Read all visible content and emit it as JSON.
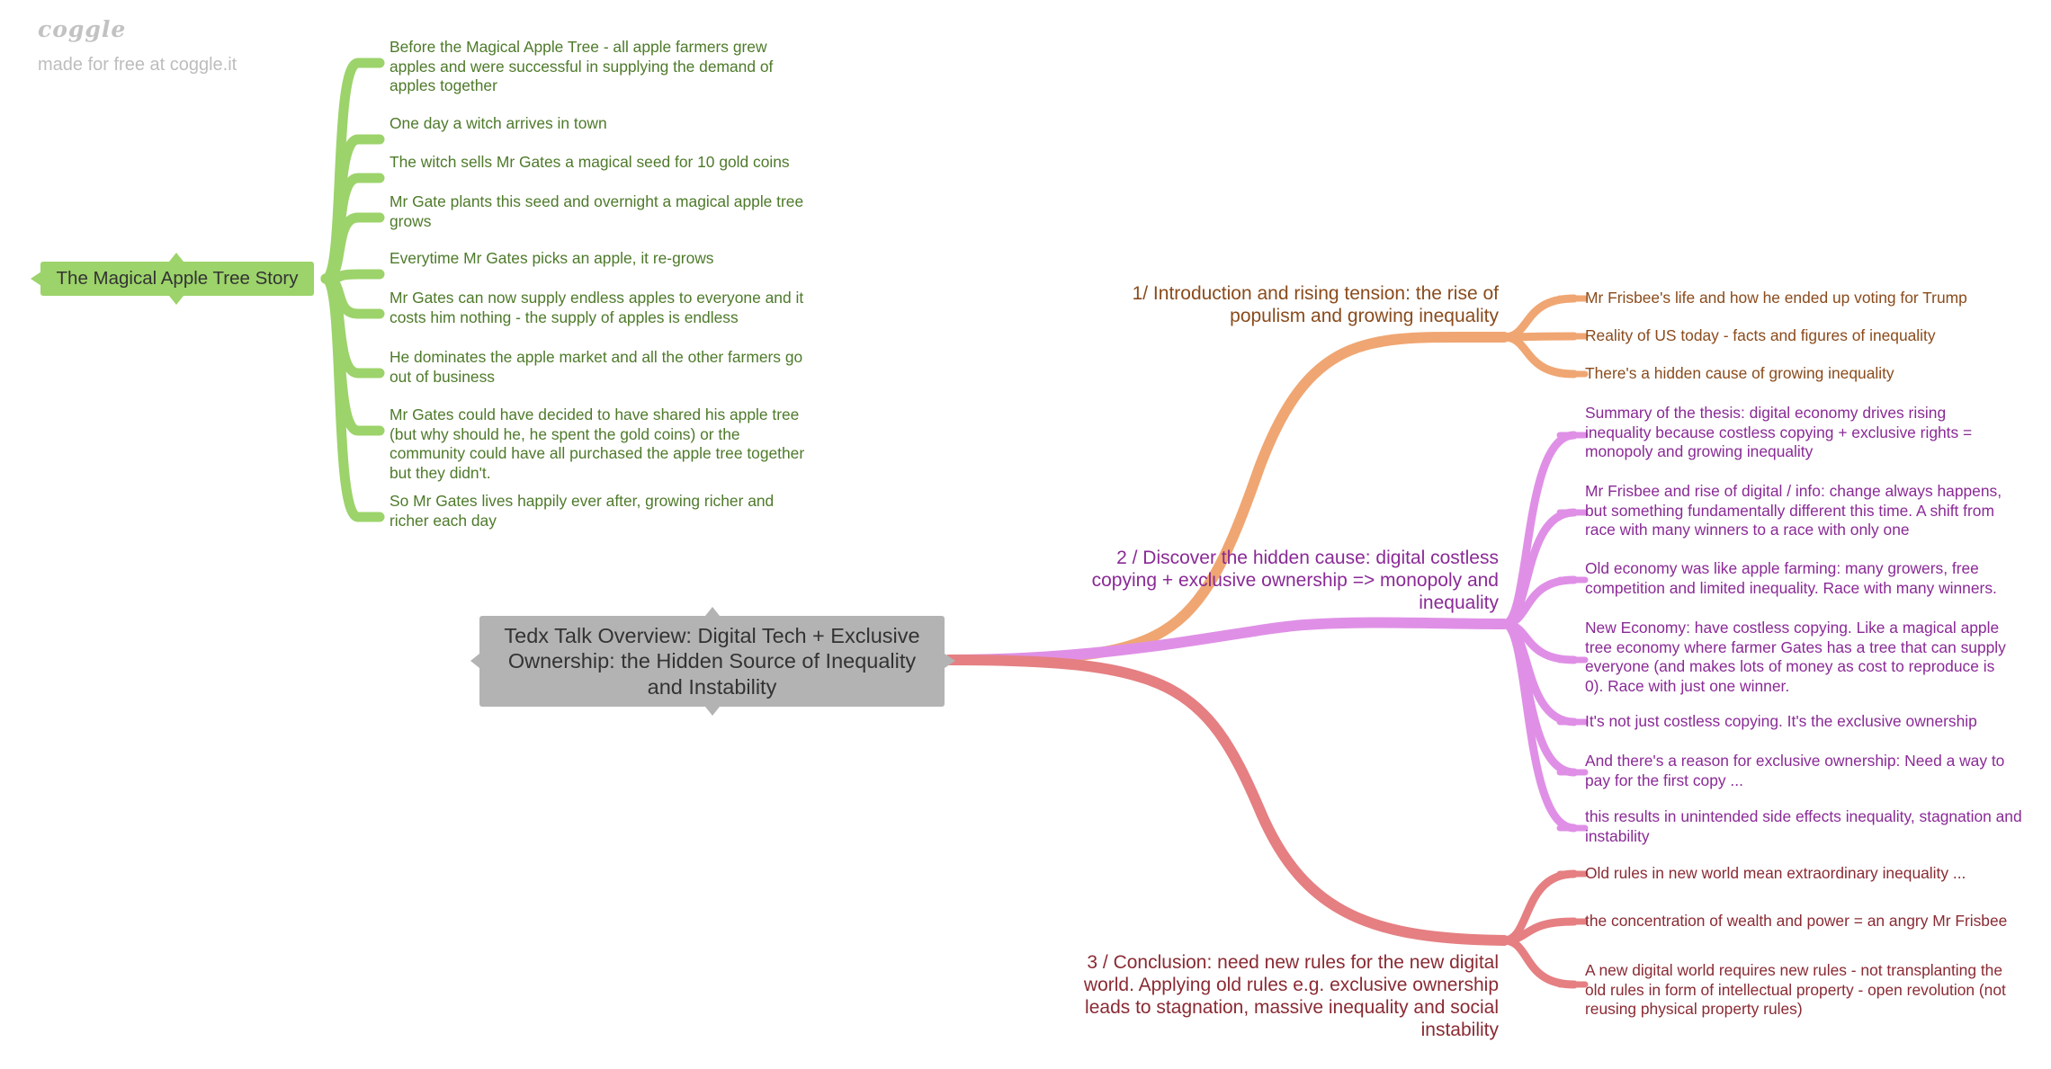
{
  "brand": {
    "logo": "coggle",
    "tagline": "made for free at coggle.it"
  },
  "colors": {
    "green_branch": "#9cd36a",
    "orange_branch": "#f0a672",
    "purple_branch": "#df90e6",
    "red_branch": "#e57f82",
    "root_fill": "#b3b3b3"
  },
  "root": {
    "lines": [
      "Tedx Talk Overview: Digital Tech + Exclusive",
      "Ownership: the Hidden Source of Inequality",
      "and Instability"
    ]
  },
  "story": {
    "title": "The Magical Apple Tree Story",
    "items": [
      [
        "Before the Magical Apple Tree - all apple farmers grew",
        "apples and were successful in supplying the demand of",
        "apples together"
      ],
      [
        "One day a witch arrives in town"
      ],
      [
        "The witch sells Mr Gates a magical seed for 10 gold coins"
      ],
      [
        "Mr Gate plants this seed and overnight a magical apple tree",
        "grows"
      ],
      [
        "Everytime Mr Gates picks an apple, it re-grows"
      ],
      [
        "Mr Gates can now supply endless apples to everyone and it",
        "costs him nothing - the supply of apples is endless"
      ],
      [
        "He dominates the apple market and all the other farmers go",
        "out of business"
      ],
      [
        "Mr Gates could have decided to have shared his apple tree",
        "(but why should he, he spent the gold coins) or the",
        "community could have all purchased the apple tree together",
        "but they didn't."
      ],
      [
        "So Mr Gates lives happily ever after, growing richer and",
        "richer each day"
      ]
    ]
  },
  "intro": {
    "lines": [
      "1/ Introduction and rising tension: the rise of",
      "populism and growing inequality"
    ],
    "items": [
      [
        "Mr Frisbee's life and how he ended up voting for Trump"
      ],
      [
        "Reality of US today - facts and figures of inequality"
      ],
      [
        "There's a hidden cause of growing inequality"
      ]
    ]
  },
  "discover": {
    "lines": [
      "2 / Discover the hidden cause: digital costless",
      "copying + exclusive ownership => monopoly and",
      "inequality"
    ],
    "items": [
      [
        "Summary of the thesis: digital economy drives rising",
        "inequality because costless copying + exclusive rights =",
        "monopoly and growing inequality"
      ],
      [
        "Mr Frisbee and rise of digital / info: change always happens,",
        "but something fundamentally different this time. A shift from",
        "race with many winners to a race with only one"
      ],
      [
        "Old economy was like apple farming: many growers, free",
        "competition and limited inequality. Race with many winners."
      ],
      [
        "New Economy: have costless copying. Like a magical apple",
        "tree economy where farmer Gates has a tree that can supply",
        "everyone (and makes lots of money as cost to reproduce is",
        "0). Race with just one winner."
      ],
      [
        "It's not just costless copying. It's the exclusive ownership"
      ],
      [
        "And there's a reason for exclusive ownership: Need a way to",
        "pay for the first copy ..."
      ],
      [
        "this results in unintended side effects inequality, stagnation and",
        "instability"
      ]
    ]
  },
  "conclusion": {
    "lines": [
      "3 / Conclusion: need new rules for the new digital",
      "world. Applying old rules e.g. exclusive ownership",
      "leads to stagnation, massive inequality and social",
      "instability"
    ],
    "items": [
      [
        "Old rules in new world mean extraordinary inequality ..."
      ],
      [
        "the concentration of wealth and power = an angry Mr Frisbee"
      ],
      [
        "A new digital world requires new rules - not transplanting the",
        "old rules in form of intellectual property - open revolution (not",
        "reusing physical property rules)"
      ]
    ]
  }
}
